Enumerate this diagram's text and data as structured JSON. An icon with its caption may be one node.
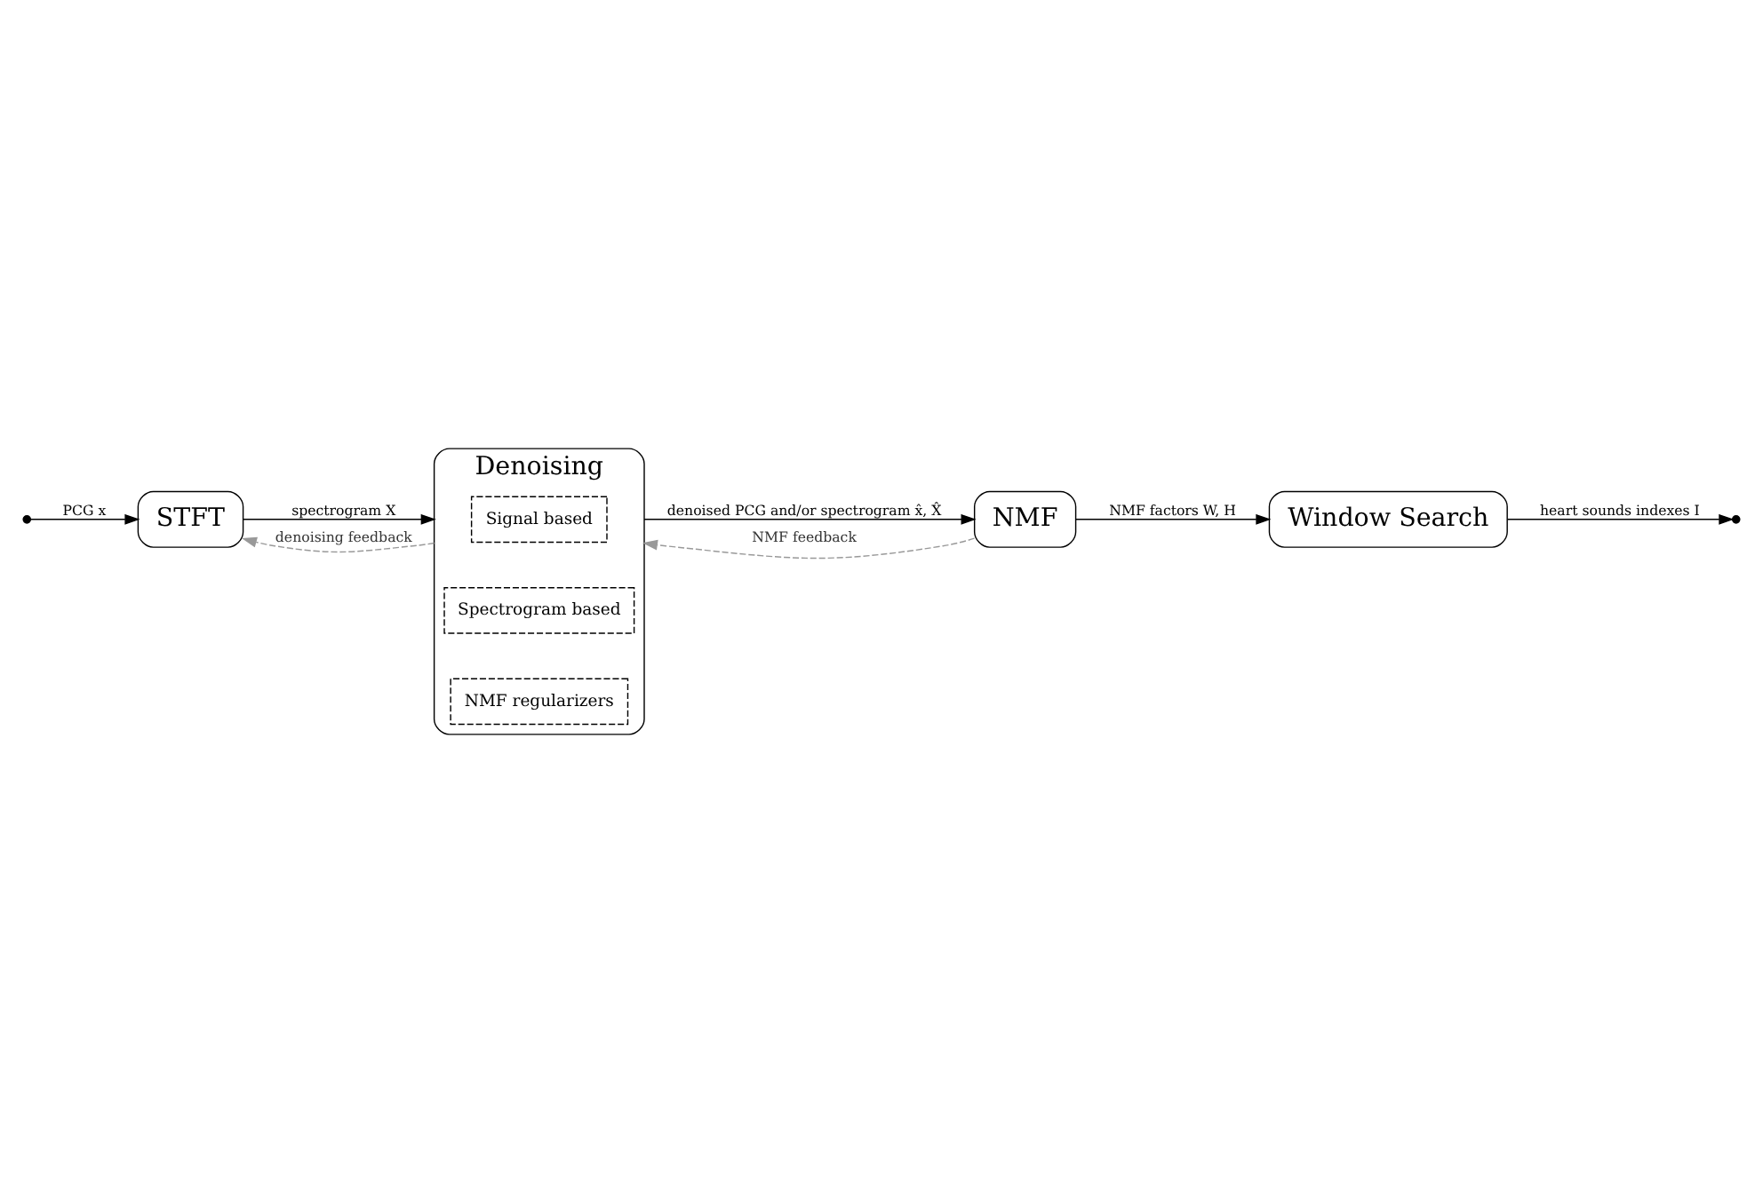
{
  "diagram": {
    "nodes": [
      {
        "text": [],
        "shape": "circle"
      },
      {
        "text": [
          "STFT"
        ]
      },
      {
        "text": [
          "Denoising"
        ]
      },
      {
        "text": [
          "Signal based"
        ],
        "in": 2
      },
      {
        "text": [
          "Spectrogram based"
        ],
        "in": 2
      },
      {
        "text": [
          "NMF regularizers"
        ],
        "in": 2
      },
      {
        "text": [
          "NMF"
        ]
      },
      {
        "text": [
          "Window Search"
        ]
      },
      {
        "text": [],
        "shape": "circle"
      }
    ],
    "edges": [
      {
        "from": 0,
        "to": 1,
        "arrow": "to",
        "label": "PCG x"
      },
      {
        "from": 1,
        "to": 2,
        "arrow": "to",
        "label": "spectrogram X"
      },
      {
        "from": 2,
        "to": 6,
        "arrow": "to",
        "label": "denoised PCG and/or spectrogram x̂, X̂"
      },
      {
        "from": 6,
        "to": 7,
        "arrow": "to",
        "label": "NMF factors W, H"
      },
      {
        "from": 7,
        "to": 8,
        "arrow": "to",
        "label": "heart sounds indexes I"
      },
      {
        "from": 2,
        "to": 1,
        "arrow": "to",
        "label": "denoising feedback",
        "style": "dashed",
        "color": "#999999"
      },
      {
        "from": 6,
        "to": 2,
        "arrow": "to",
        "label": "NMF feedback",
        "style": "dashed",
        "color": "#999999"
      }
    ]
  }
}
